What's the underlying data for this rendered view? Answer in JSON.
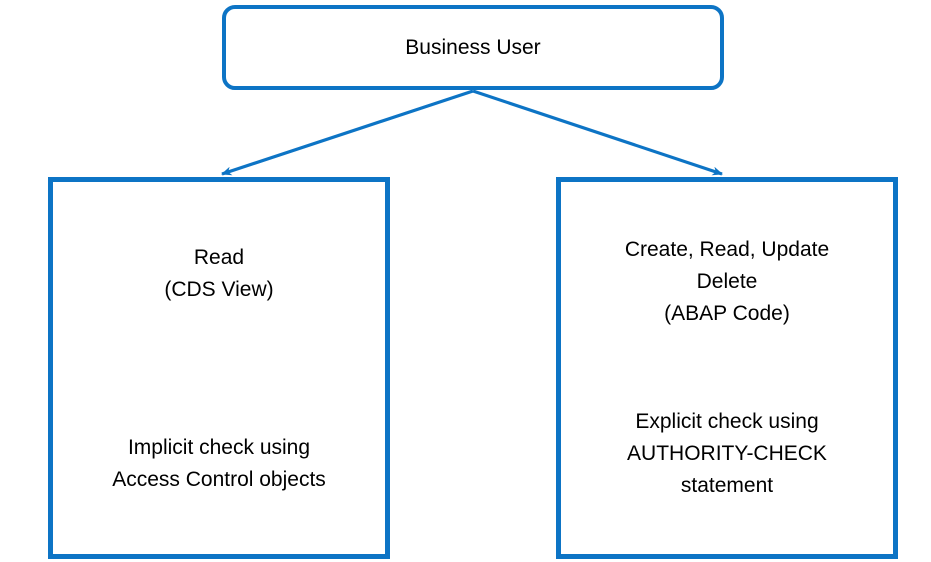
{
  "diagram": {
    "title_node": {
      "label": "Business User"
    },
    "left_node": {
      "top_lines": [
        "Read",
        "(CDS View)"
      ],
      "bottom_lines": [
        "Implicit check using",
        "Access Control objects"
      ]
    },
    "right_node": {
      "top_lines": [
        "Create, Read, Update",
        "Delete",
        "(ABAP Code)"
      ],
      "bottom_lines": [
        "Explicit check using",
        "AUTHORITY-CHECK",
        "statement"
      ]
    },
    "colors": {
      "accent": "#0d74c5",
      "text": "#000000",
      "background": "#ffffff"
    }
  }
}
